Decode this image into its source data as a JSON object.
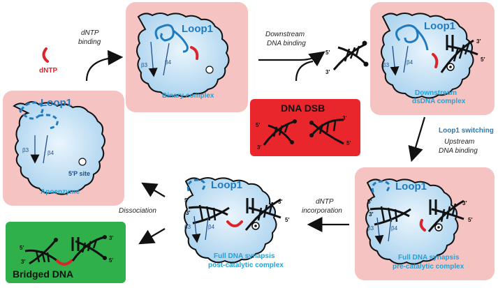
{
  "states": {
    "apoenzyme": {
      "label": "Apoenzyme",
      "loop": "Loop1",
      "site": "5′P site",
      "b3": "β3",
      "b4": "β4"
    },
    "binary": {
      "label": "Binary complex",
      "loop": "Loop1",
      "b3": "β3",
      "b4": "β4"
    },
    "downstream": {
      "label1": "Downstream",
      "label2": "dsDNA complex",
      "loop": "Loop1",
      "b3": "β3",
      "b4": "β4",
      "e5": "5′",
      "e3": "3′"
    },
    "pre": {
      "label1": "Full DNA synapsis",
      "label2": "pre-catalytic complex",
      "loop": "Loop1",
      "b3": "β3",
      "b4": "β4",
      "e5a": "5′",
      "e3a": "3′",
      "e3b": "3′",
      "e5b": "5′"
    },
    "post": {
      "label1": "Full DNA synapsis",
      "label2": "post-catalytic complex",
      "loop": "Loop1",
      "b3": "β3",
      "b4": "β4",
      "e5a": "5′",
      "e3a": "3′",
      "e3b": "3′",
      "e5b": "5′"
    }
  },
  "steps": {
    "dntp_binding": {
      "line1": "dNTP",
      "line2": "binding"
    },
    "downstream_binding": {
      "line1": "Downstream",
      "line2": "DNA binding"
    },
    "loop_switching": "Loop1 switching",
    "upstream_binding": {
      "line1": "Upstream",
      "line2": "DNA binding"
    },
    "incorporation": {
      "line1": "dNTP",
      "line2": "incorporation"
    },
    "dissociation": "Dissociation"
  },
  "free_dntp": "dNTP",
  "free_dna": {
    "e5": "5′",
    "e3": "3′"
  },
  "dsb_box": {
    "title": "DNA DSB",
    "e5a": "5′",
    "e3a": "3′",
    "e3b": "3′",
    "e5b": "5′"
  },
  "bridged_box": {
    "title": "Bridged DNA",
    "e5a": "5′",
    "e3a": "3′",
    "e3b": "3′",
    "e5b": "5′"
  },
  "colors": {
    "panel_pink": "#f6c3c3",
    "protein_fill": "#cfe6f6",
    "loop_blue": "#1f7bc0",
    "dntp_red": "#d9262c",
    "dsb_red": "#e8262b",
    "bridged_green": "#2fb04a"
  }
}
